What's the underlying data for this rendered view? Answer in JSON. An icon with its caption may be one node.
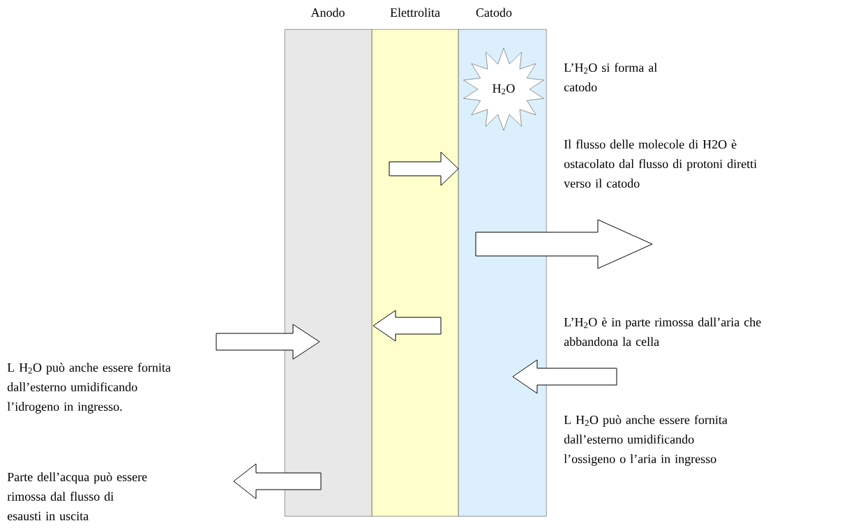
{
  "diagram": {
    "nodes": [
      {
        "text": [
          "Anodo"
        ]
      },
      {
        "text": [
          "Elettrolita"
        ]
      },
      {
        "text": [
          "Catodo"
        ]
      },
      {
        "text": [
          "H$_{2}$O"
        ],
        "in": 2
      }
    ],
    "labels": [
      "L’H$_{2}$O si forma al catodo",
      "Il flusso delle molecole di H2O è ostacolato dal flusso di protoni diretti verso il catodo",
      "L’H$_{2}$O è in parte rimossa dall’aria che abbandona la cella",
      "L H$_{2}$O può anche essere fornita dall’esterno umidificando l’idrogeno in ingresso.",
      "L H$_{2}$O può anche essere fornita dall’esterno umidificando l’ossigeno o l’aria in ingresso",
      "Parte dell’acqua può essere rimossa dal flusso di esausti in uscita"
    ]
  }
}
